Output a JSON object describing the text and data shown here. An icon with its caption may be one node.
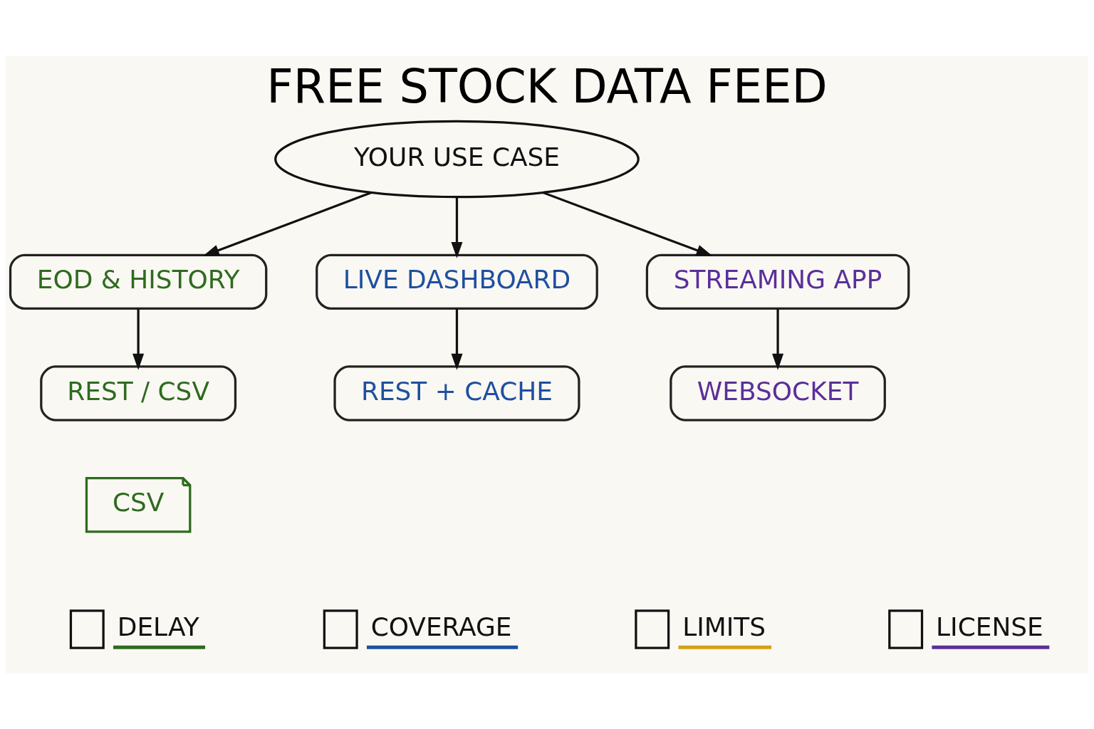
{
  "diagram": {
    "title": "FREE STOCK DATA FEED",
    "nodes": [
      {
        "text": [
          "YOUR USE CASE"
        ]
      },
      {
        "text": [
          "EOD & HISTORY"
        ]
      },
      {
        "text": [
          "LIVE DASHBOARD"
        ]
      },
      {
        "text": [
          "STREAMING APP"
        ]
      },
      {
        "text": [
          "REST / CSV"
        ]
      },
      {
        "text": [
          "REST + CACHE"
        ]
      },
      {
        "text": [
          "WEBSOCKET"
        ]
      }
    ],
    "edges": [
      {
        "from": 0,
        "to": 1,
        "arrow": "to"
      },
      {
        "from": 0,
        "to": 2,
        "arrow": "to"
      },
      {
        "from": 0,
        "to": 3,
        "arrow": "to"
      },
      {
        "from": 1,
        "to": 4,
        "arrow": "to"
      },
      {
        "from": 2,
        "to": 5,
        "arrow": "to"
      },
      {
        "from": 3,
        "to": 6,
        "arrow": "to"
      }
    ],
    "labels": [
      "CSV",
      "DELAY",
      "COVERAGE",
      "LIMITS",
      "LICENSE"
    ]
  }
}
